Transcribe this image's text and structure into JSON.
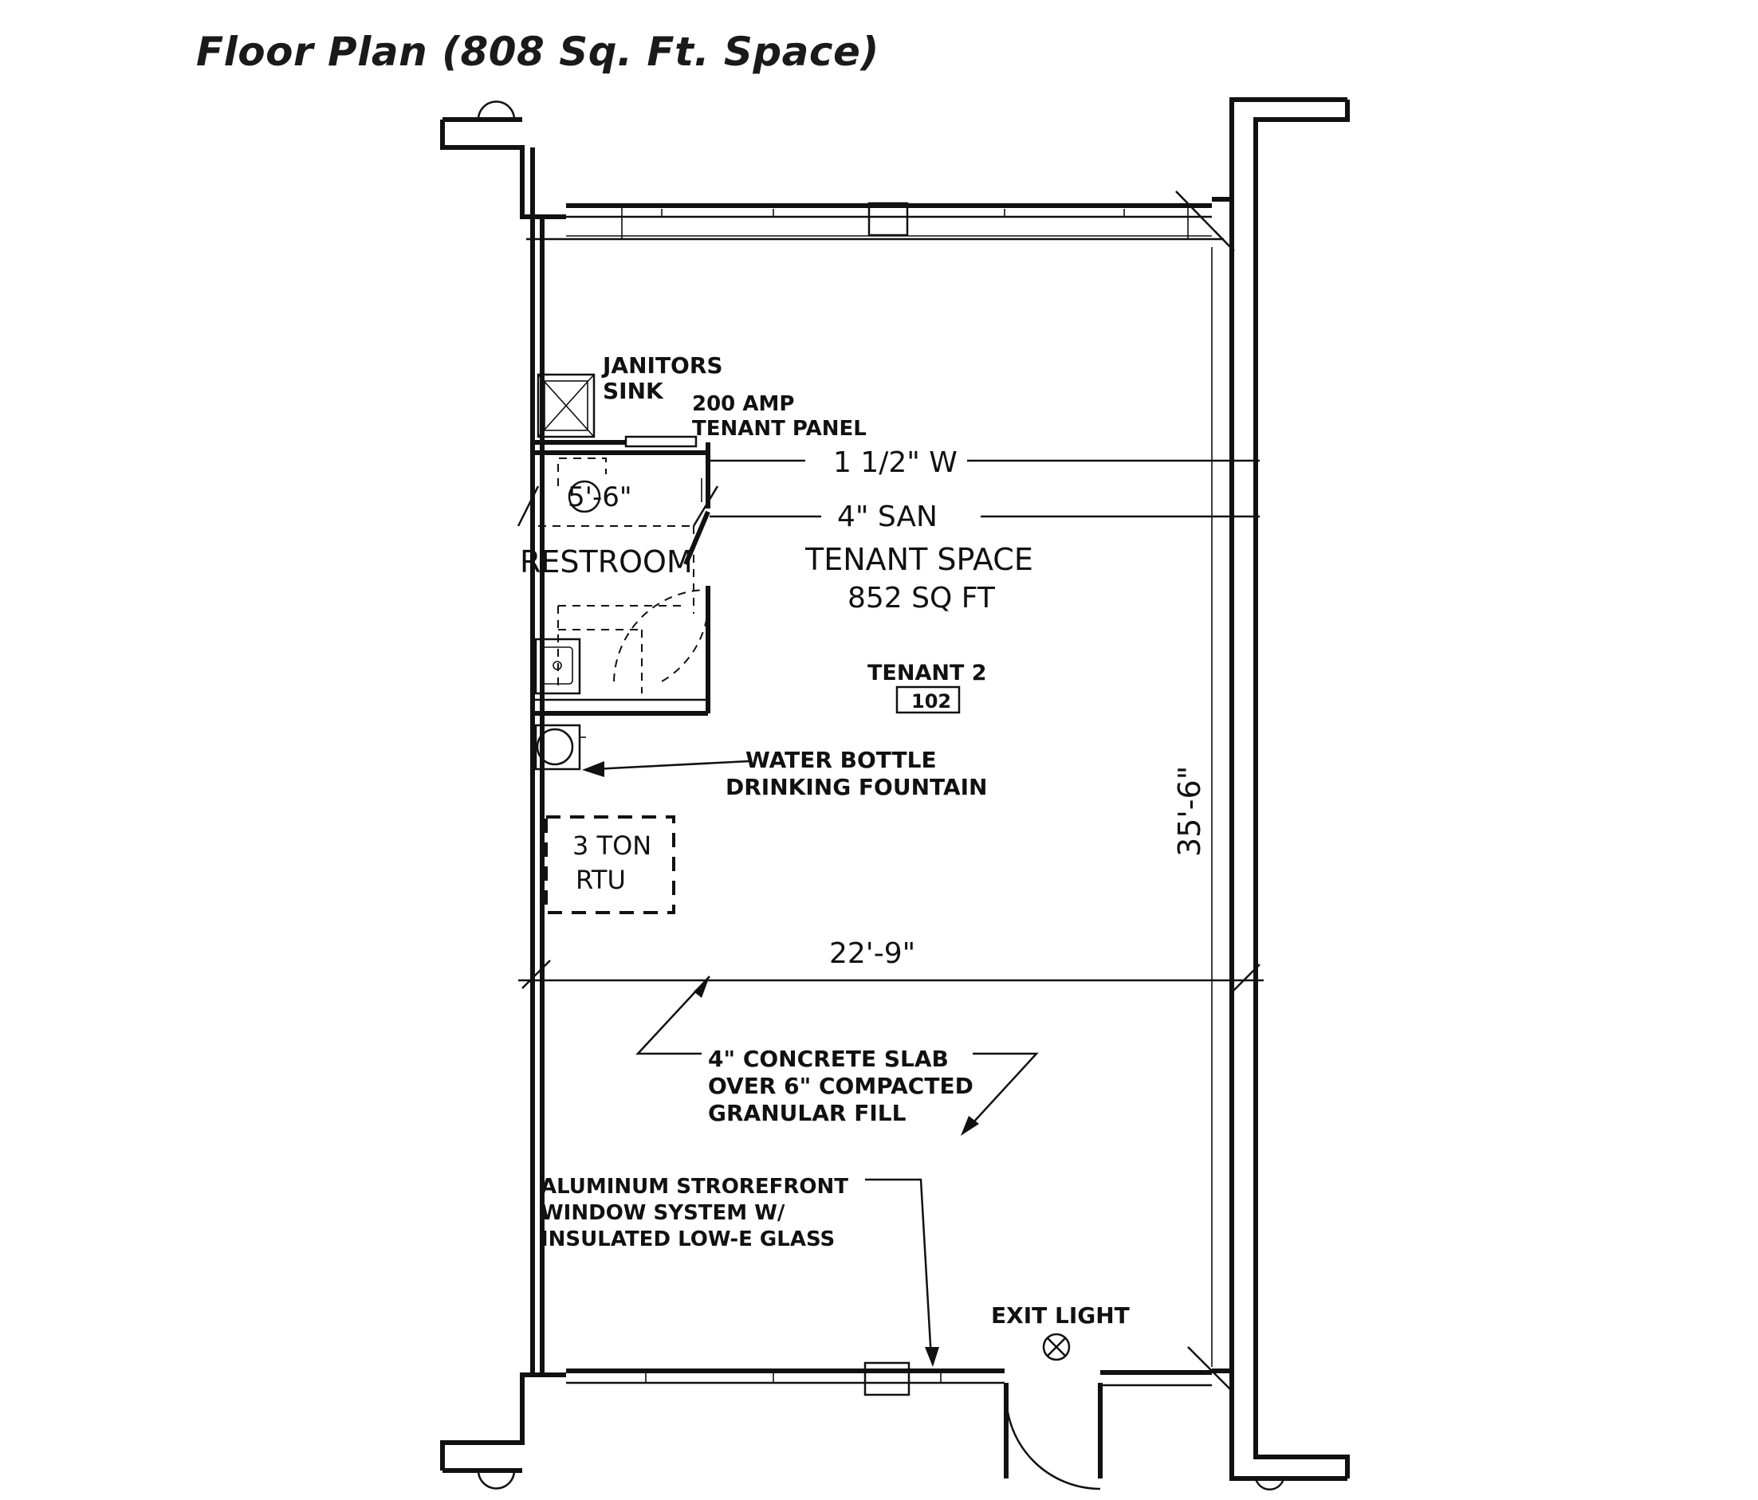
{
  "title": "Floor Plan (808 Sq. Ft. Space)",
  "labels": {
    "janitor_1": "JANITORS",
    "janitor_2": "SINK",
    "panel_1": "200 AMP",
    "panel_2": "TENANT PANEL",
    "water_pipe": "1 1/2\" W",
    "san_pipe": "4\" SAN",
    "restroom": "RESTROOM",
    "restroom_dim": "5'-6\"",
    "tenant_space": "TENANT SPACE",
    "sqft": "852 SQ FT",
    "tenant": "TENANT 2",
    "room_no": "102",
    "fountain_1": "WATER BOTTLE",
    "fountain_2": "DRINKING FOUNTAIN",
    "rtu_1": "3 TON",
    "rtu_2": "RTU",
    "depth_dim": "35'-6\"",
    "width_dim": "22'-9\"",
    "slab_1": "4\" CONCRETE SLAB",
    "slab_2": "OVER 6\" COMPACTED",
    "slab_3": "GRANULAR FILL",
    "storefront_1": "ALUMINUM STROREFRONT",
    "storefront_2": "WINDOW SYSTEM W/",
    "storefront_3": "INSULATED LOW-E GLASS",
    "exit_light": "EXIT LIGHT"
  },
  "icons": [
    "exit-light-symbol",
    "door-swing-arc",
    "janitor-sink-symbol",
    "lavatory-symbol",
    "drinking-fountain-symbol",
    "leader-arrow"
  ]
}
